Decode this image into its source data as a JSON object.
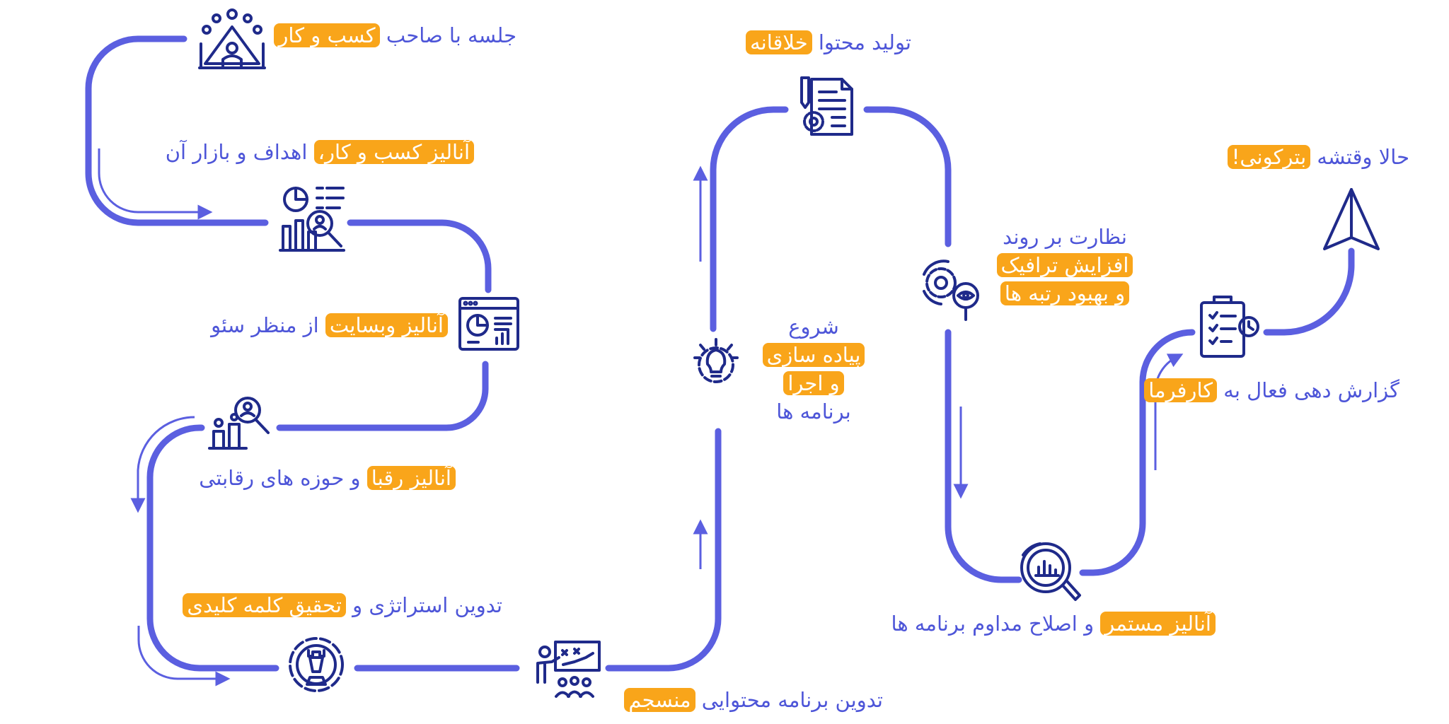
{
  "steps": [
    {
      "id": "meeting",
      "icon": "meeting-table-icon",
      "parts": [
        {
          "t": "جلسه با صاحب "
        },
        {
          "t": "کسب و کار",
          "h": true
        }
      ]
    },
    {
      "id": "business-analysis",
      "icon": "business-analysis-icon",
      "parts": [
        {
          "t": "آنالیز کسب و کار،",
          "h": true
        },
        {
          "t": " اهداف و بازار آن"
        }
      ]
    },
    {
      "id": "website-analysis",
      "icon": "website-analytics-icon",
      "parts": [
        {
          "t": "آنالیز وبسایت",
          "h": true
        },
        {
          "t": " از منظر سئو"
        }
      ]
    },
    {
      "id": "competitor-analysis",
      "icon": "competitor-analysis-icon",
      "parts": [
        {
          "t": "آنالیز رقبا",
          "h": true
        },
        {
          "t": " و حوزه های رقابتی"
        }
      ]
    },
    {
      "id": "strategy",
      "icon": "chess-strategy-icon",
      "parts": [
        {
          "t": "تدوین استراتژی و "
        },
        {
          "t": "تحقیق کلمه کلیدی",
          "h": true
        }
      ]
    },
    {
      "id": "content-plan",
      "icon": "presentation-board-icon",
      "parts": [
        {
          "t": "تدوین برنامه محتوایی "
        },
        {
          "t": "منسجم",
          "h": true
        }
      ]
    },
    {
      "id": "implementation",
      "icon": "idea-gear-icon",
      "lines": [
        [
          {
            "t": "شروع"
          }
        ],
        [
          {
            "t": "پیاده سازی",
            "h": true
          }
        ],
        [
          {
            "t": "و اجرا",
            "h": true
          }
        ],
        [
          {
            "t": "برنامه ها"
          }
        ]
      ]
    },
    {
      "id": "content-production",
      "icon": "content-document-icon",
      "parts": [
        {
          "t": "تولید محتوا "
        },
        {
          "t": "خلاقانه",
          "h": true
        }
      ]
    },
    {
      "id": "monitoring",
      "icon": "gear-magnifier-icon",
      "lines": [
        [
          {
            "t": "نظارت بر روند"
          }
        ],
        [
          {
            "t": "افزایش ترافیک",
            "h": true
          }
        ],
        [
          {
            "t": "و بهبود رتبه ها",
            "h": true
          }
        ]
      ]
    },
    {
      "id": "continuous-analysis",
      "icon": "analysis-magnifier-icon",
      "parts": [
        {
          "t": "آنالیز مستمر",
          "h": true
        },
        {
          "t": " و اصلاح مداوم برنامه ها"
        }
      ]
    },
    {
      "id": "reporting",
      "icon": "clipboard-clock-icon",
      "parts": [
        {
          "t": "گزارش دهی فعال به "
        },
        {
          "t": "کارفرما",
          "h": true
        }
      ]
    },
    {
      "id": "launch",
      "icon": "paper-plane-icon",
      "parts": [
        {
          "t": "حالا وقتشه "
        },
        {
          "t": "بترکونی!",
          "h": true
        }
      ]
    }
  ],
  "colors": {
    "path": "#5b5fe0",
    "text": "#4d55d8",
    "icon": "#1f2a8a",
    "highlight": "#f9a51a",
    "highlight_text": "#ffffff"
  }
}
